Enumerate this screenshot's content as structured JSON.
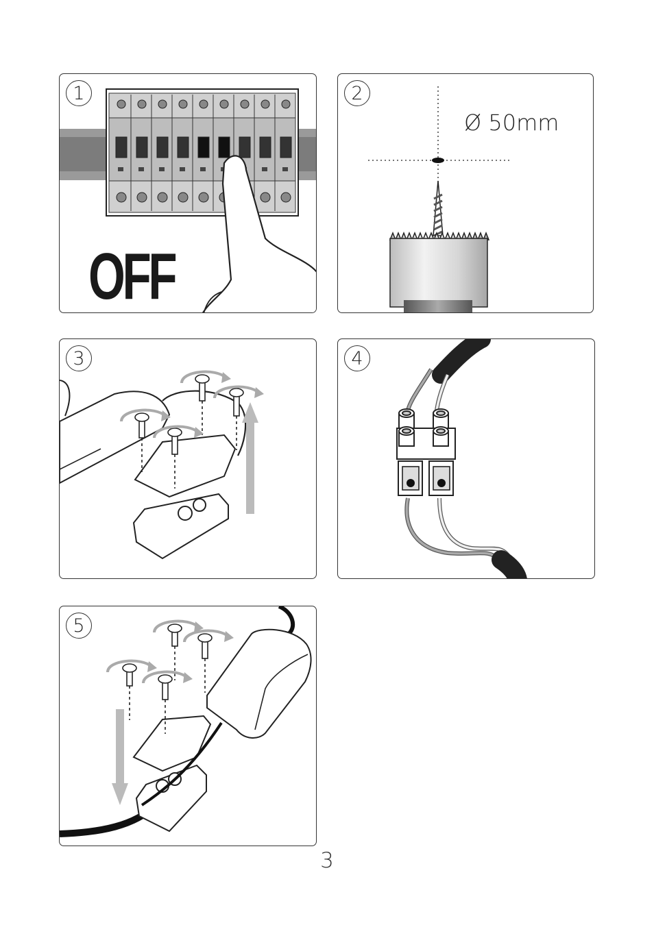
{
  "steps": [
    {
      "number": "1",
      "label": "OFF"
    },
    {
      "number": "2",
      "label": "Ø 50mm"
    },
    {
      "number": "3"
    },
    {
      "number": "4"
    },
    {
      "number": "5"
    }
  ],
  "page_number": "3"
}
